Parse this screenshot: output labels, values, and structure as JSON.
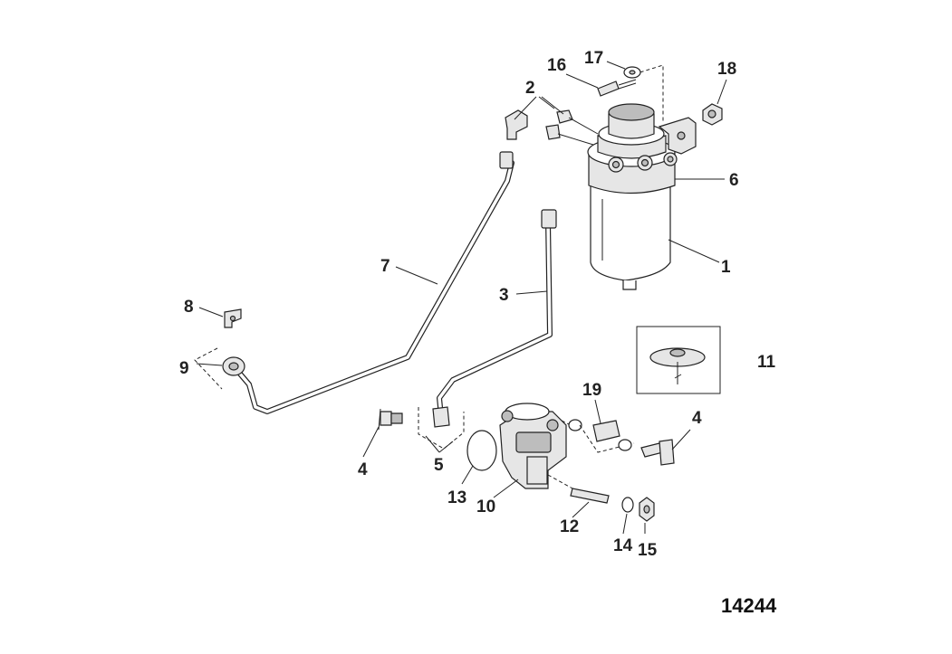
{
  "figure_number": "14244",
  "callouts": {
    "c1": "1",
    "c2": "2",
    "c3": "3",
    "c4a": "4",
    "c4b": "4",
    "c5": "5",
    "c6": "6",
    "c7": "7",
    "c8": "8",
    "c9": "9",
    "c10": "10",
    "c11": "11",
    "c12": "12",
    "c13": "13",
    "c14": "14",
    "c15": "15",
    "c16": "16",
    "c17": "17",
    "c18": "18",
    "c19": "19"
  }
}
